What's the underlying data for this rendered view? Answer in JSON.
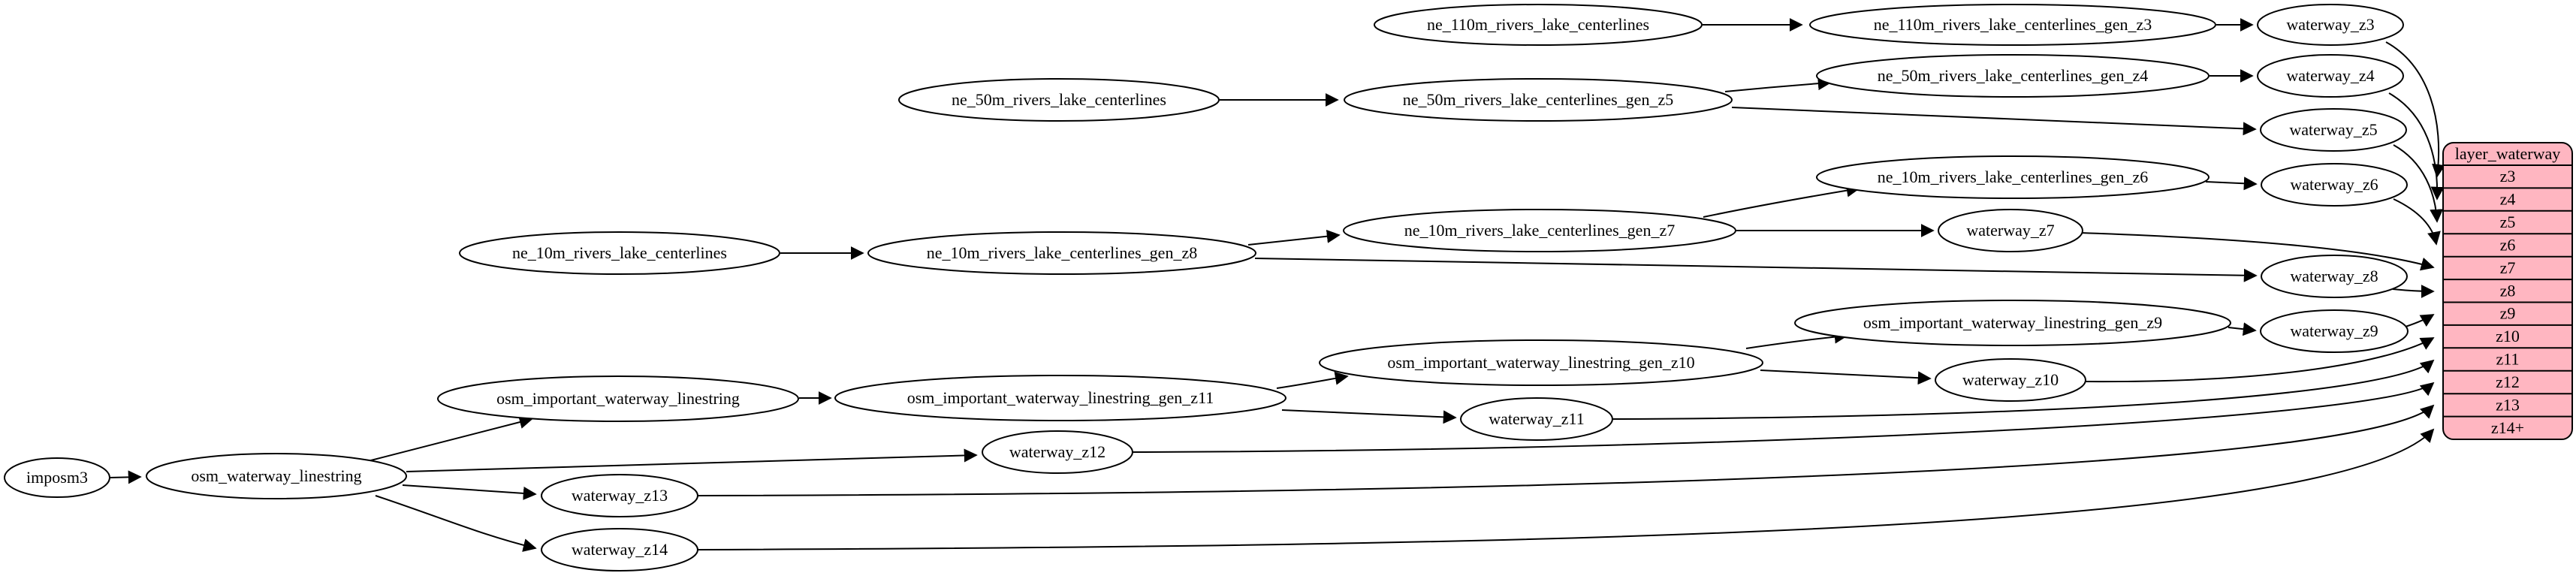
{
  "diagram": {
    "background": "#ffffff",
    "node_fill": "#ffffff",
    "node_stroke": "#000000",
    "edge_color": "#000000",
    "nodes": {
      "imposm3": {
        "label": "imposm3"
      },
      "osm_waterway_linestring": {
        "label": "osm_waterway_linestring"
      },
      "osm_important_waterway_linestring": {
        "label": "osm_important_waterway_linestring"
      },
      "osm_important_waterway_linestring_gen_z11": {
        "label": "osm_important_waterway_linestring_gen_z11"
      },
      "osm_important_waterway_linestring_gen_z10": {
        "label": "osm_important_waterway_linestring_gen_z10"
      },
      "osm_important_waterway_linestring_gen_z9": {
        "label": "osm_important_waterway_linestring_gen_z9"
      },
      "ne_110m_rivers_lake_centerlines": {
        "label": "ne_110m_rivers_lake_centerlines"
      },
      "ne_110m_rivers_lake_centerlines_gen_z3": {
        "label": "ne_110m_rivers_lake_centerlines_gen_z3"
      },
      "ne_50m_rivers_lake_centerlines": {
        "label": "ne_50m_rivers_lake_centerlines"
      },
      "ne_50m_rivers_lake_centerlines_gen_z5": {
        "label": "ne_50m_rivers_lake_centerlines_gen_z5"
      },
      "ne_50m_rivers_lake_centerlines_gen_z4": {
        "label": "ne_50m_rivers_lake_centerlines_gen_z4"
      },
      "ne_10m_rivers_lake_centerlines": {
        "label": "ne_10m_rivers_lake_centerlines"
      },
      "ne_10m_rivers_lake_centerlines_gen_z8": {
        "label": "ne_10m_rivers_lake_centerlines_gen_z8"
      },
      "ne_10m_rivers_lake_centerlines_gen_z7": {
        "label": "ne_10m_rivers_lake_centerlines_gen_z7"
      },
      "ne_10m_rivers_lake_centerlines_gen_z6": {
        "label": "ne_10m_rivers_lake_centerlines_gen_z6"
      },
      "waterway_z3": {
        "label": "waterway_z3"
      },
      "waterway_z4": {
        "label": "waterway_z4"
      },
      "waterway_z5": {
        "label": "waterway_z5"
      },
      "waterway_z6": {
        "label": "waterway_z6"
      },
      "waterway_z7": {
        "label": "waterway_z7"
      },
      "waterway_z8": {
        "label": "waterway_z8"
      },
      "waterway_z9": {
        "label": "waterway_z9"
      },
      "waterway_z10": {
        "label": "waterway_z10"
      },
      "waterway_z11": {
        "label": "waterway_z11"
      },
      "waterway_z12": {
        "label": "waterway_z12"
      },
      "waterway_z13": {
        "label": "waterway_z13"
      },
      "waterway_z14": {
        "label": "waterway_z14"
      }
    },
    "table": {
      "title": "layer_waterway",
      "fill": "#ffb6c1",
      "stroke": "#000000",
      "rows": [
        "z3",
        "z4",
        "z5",
        "z6",
        "z7",
        "z8",
        "z9",
        "z10",
        "z11",
        "z12",
        "z13",
        "z14+"
      ]
    }
  }
}
